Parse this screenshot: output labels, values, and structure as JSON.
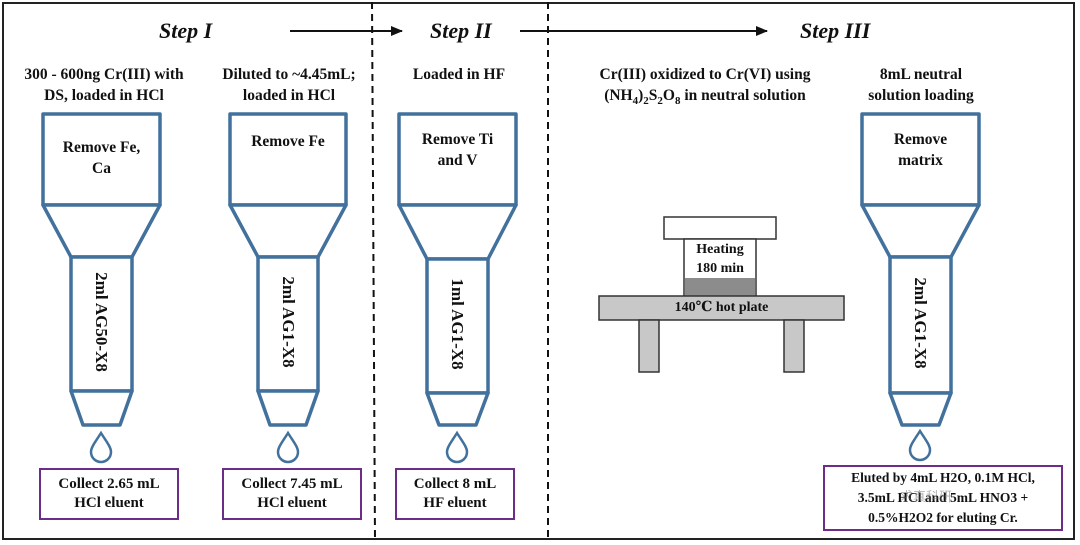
{
  "steps": {
    "step1": "Step I",
    "step2": "Step II",
    "step3": "Step III"
  },
  "columns": [
    {
      "header": [
        "300 - 600ng Cr(III) with",
        "DS, loaded in HCl"
      ],
      "top_box": [
        "Remove Fe,",
        "Ca"
      ],
      "resin": "2ml AG50-X8",
      "collect": [
        "Collect 2.65 mL",
        "HCl eluent"
      ]
    },
    {
      "header": [
        "Diluted to ~4.45mL;",
        "loaded in HCl"
      ],
      "top_box": [
        "Remove Fe"
      ],
      "resin": "2ml AG1-X8",
      "collect": [
        "Collect 7.45 mL",
        "HCl eluent"
      ]
    },
    {
      "header": [
        "Loaded in HF"
      ],
      "top_box": [
        "Remove Ti",
        "and V"
      ],
      "resin": "1ml AG1-X8",
      "collect": [
        "Collect 8 mL",
        "HF eluent"
      ]
    },
    {
      "header": [
        "8mL neutral",
        "solution loading"
      ],
      "top_box": [
        "Remove",
        "matrix"
      ],
      "resin": "2ml AG1-X8",
      "collect": [
        "Eluted by 4mL H2O, 0.1M HCl,",
        "3.5mL HCl and 5mL HNO3 +",
        "0.5%H2O2 for eluting Cr."
      ]
    }
  ],
  "oxidation": {
    "header_line1": "Cr(III) oxidized to Cr(VI) using",
    "header_line2": "(NH4)2S2O8  in  neutral solution",
    "heating_line1": "Heating",
    "heating_line2": "180 min",
    "hotplate": "140℃ hot plate"
  },
  "watermark": "求真科研",
  "colors": {
    "column_stroke": "#41719c",
    "collect_border": "#6b2d86",
    "plate_fill": "#c8c8c8",
    "heating_fill": "#8c8c8c"
  }
}
